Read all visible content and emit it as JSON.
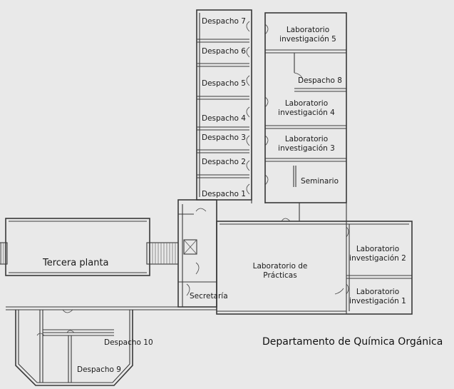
{
  "title": "Departamento de Química Orgánica",
  "rooms": {
    "despacho7": "Despacho 7",
    "despacho6": "Despacho 6",
    "despacho5": "Despacho 5",
    "despacho4": "Despacho 4",
    "despacho3": "Despacho 3",
    "despacho2": "Despacho 2",
    "despacho1": "Despacho 1",
    "lab5_l1": "Laboratorio",
    "lab5_l2": "investigación 5",
    "despacho8": "Despacho 8",
    "lab4_l1": "Laboratorio",
    "lab4_l2": "investigación 4",
    "lab3_l1": "Laboratorio",
    "lab3_l2": "investigación 3",
    "seminario": "Seminario",
    "lab2_l1": "Laboratorio",
    "lab2_l2": "investigación 2",
    "lab1_l1": "Laboratorio",
    "lab1_l2": "investigación 1",
    "practicas_l1": "Laboratorio de",
    "practicas_l2": "Prácticas",
    "secretaria": "Secretaría",
    "tercera": "Tercera planta",
    "despacho10": "Despacho 10",
    "despacho9": "Despacho 9"
  }
}
